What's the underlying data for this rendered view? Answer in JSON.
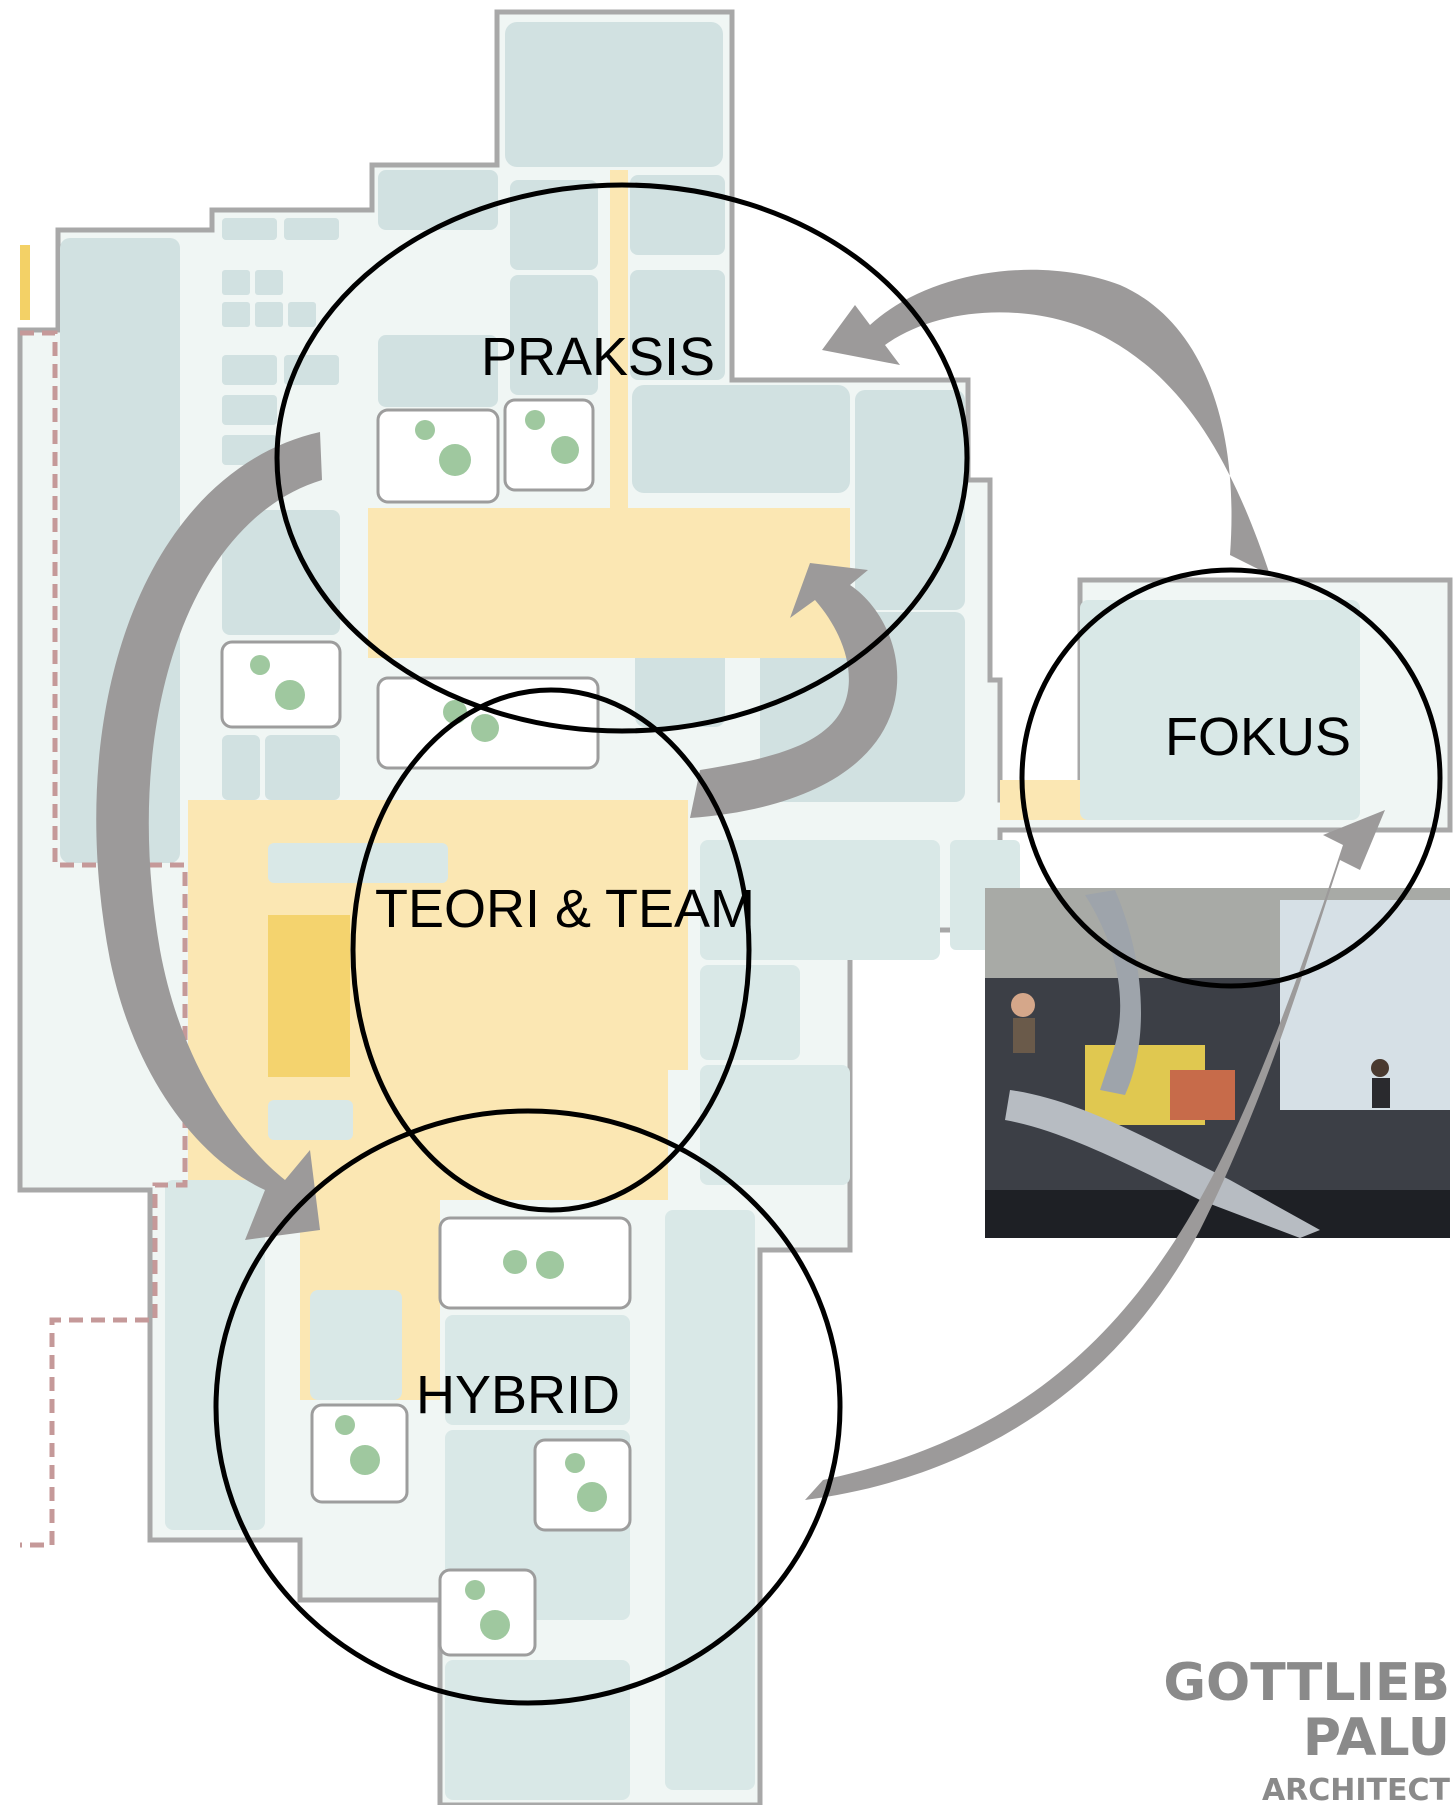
{
  "zones": {
    "praksis": "PRAKSIS",
    "teori_team": "TEORI & TEAM",
    "hybrid": "HYBRID",
    "fokus": "FOKUS"
  },
  "logo": {
    "line1": "GOTTLIEB",
    "line2": "PALU",
    "line3": "ARCHITECT"
  },
  "colors": {
    "floor_room": "#c9dcdc",
    "floor_room_light": "#d9eae7",
    "circulation": "#fbe3a6",
    "accent_yellow": "#f2c94c",
    "wall": "#9a9a9a",
    "arrow": "#9c9a9a",
    "circle_stroke": "#000000",
    "logo": "#8a8a8a"
  }
}
